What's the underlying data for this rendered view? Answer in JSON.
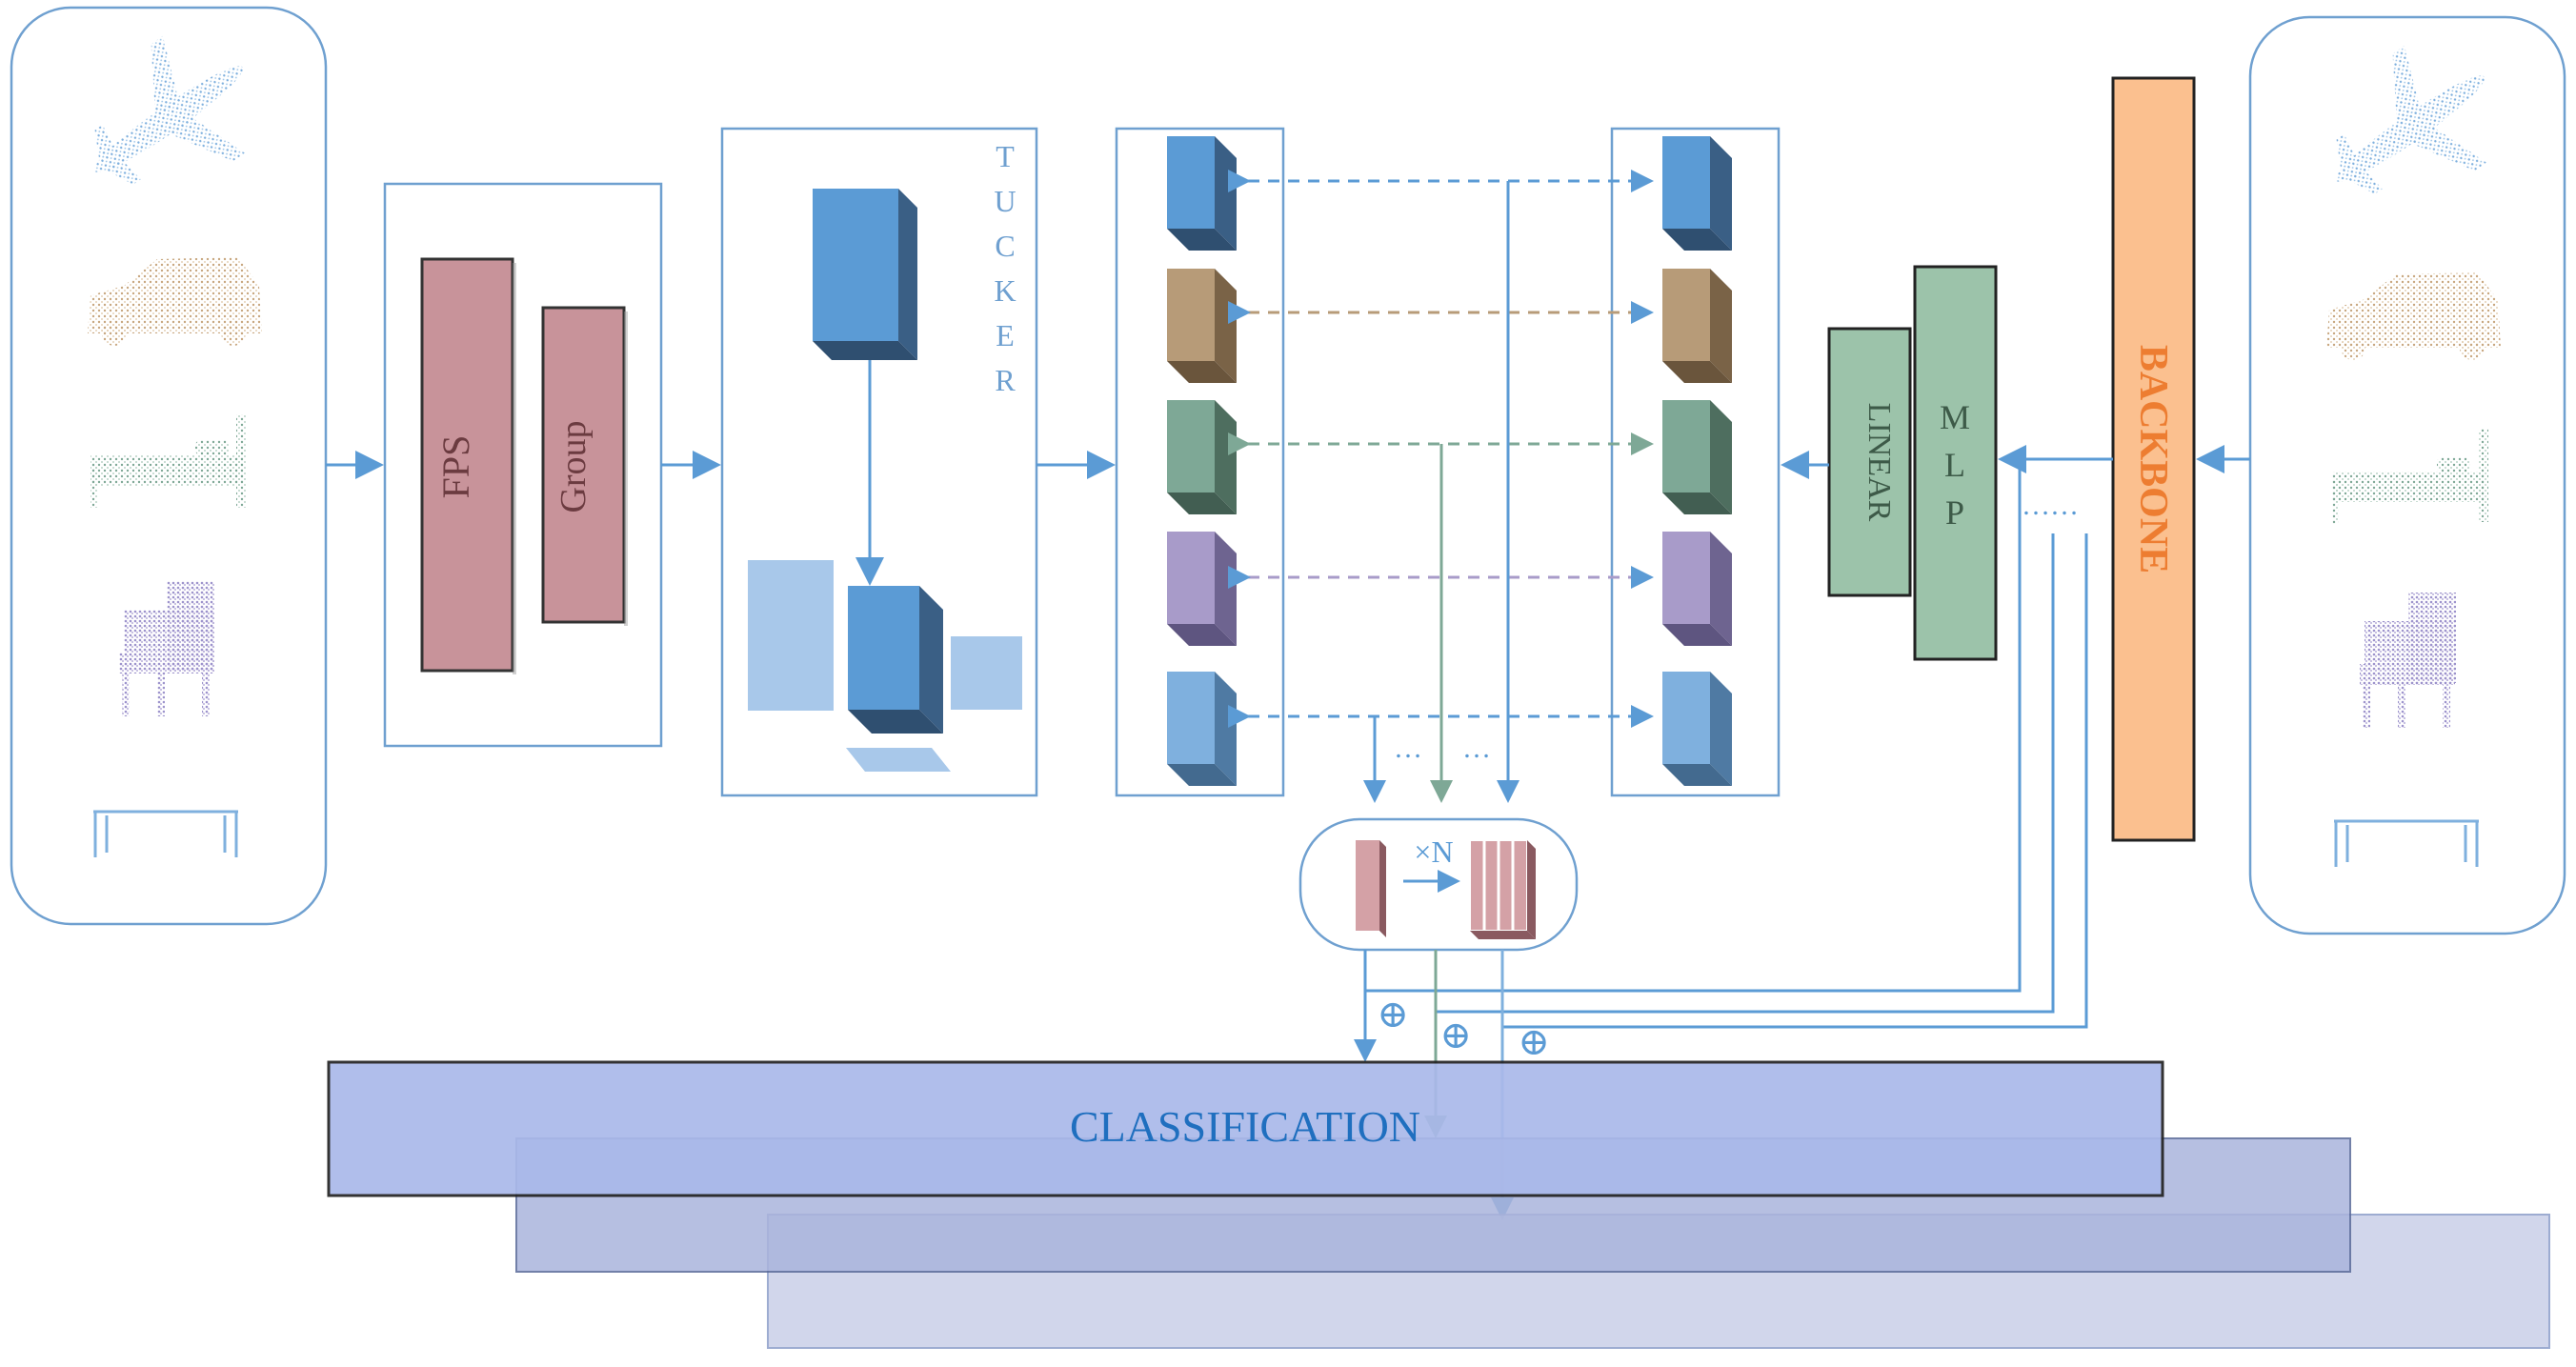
{
  "labels": {
    "fps": "FPS",
    "group": "Group",
    "tucker_letters": [
      "T",
      "U",
      "C",
      "K",
      "E",
      "R"
    ],
    "linear": "LINEAR",
    "mlp_letters": [
      "M",
      "L",
      "P"
    ],
    "backbone": "BACKBONE",
    "times_n": "×N",
    "classification": "CLASSIFICATION",
    "ellipsis": "…",
    "dotted_ellipsis": "……",
    "oplus": "⊕"
  },
  "objects": [
    "airplane",
    "car",
    "bed",
    "chair",
    "table"
  ],
  "colors": {
    "outline_blue": "#6fa0d0",
    "arrow_blue": "#5b9bd5",
    "rose_block": "#c8939a",
    "backbone_orange": "#fbc08f",
    "backbone_text": "#ed7d31",
    "mlp_green": "#9cc3aa",
    "classification_fill": "#aab9ea",
    "classification_text": "#1f6fbf",
    "cube_colors": [
      "#5b9bd5",
      "#b79b78",
      "#7ea896",
      "#a89bc9",
      "#7fb0de"
    ]
  }
}
